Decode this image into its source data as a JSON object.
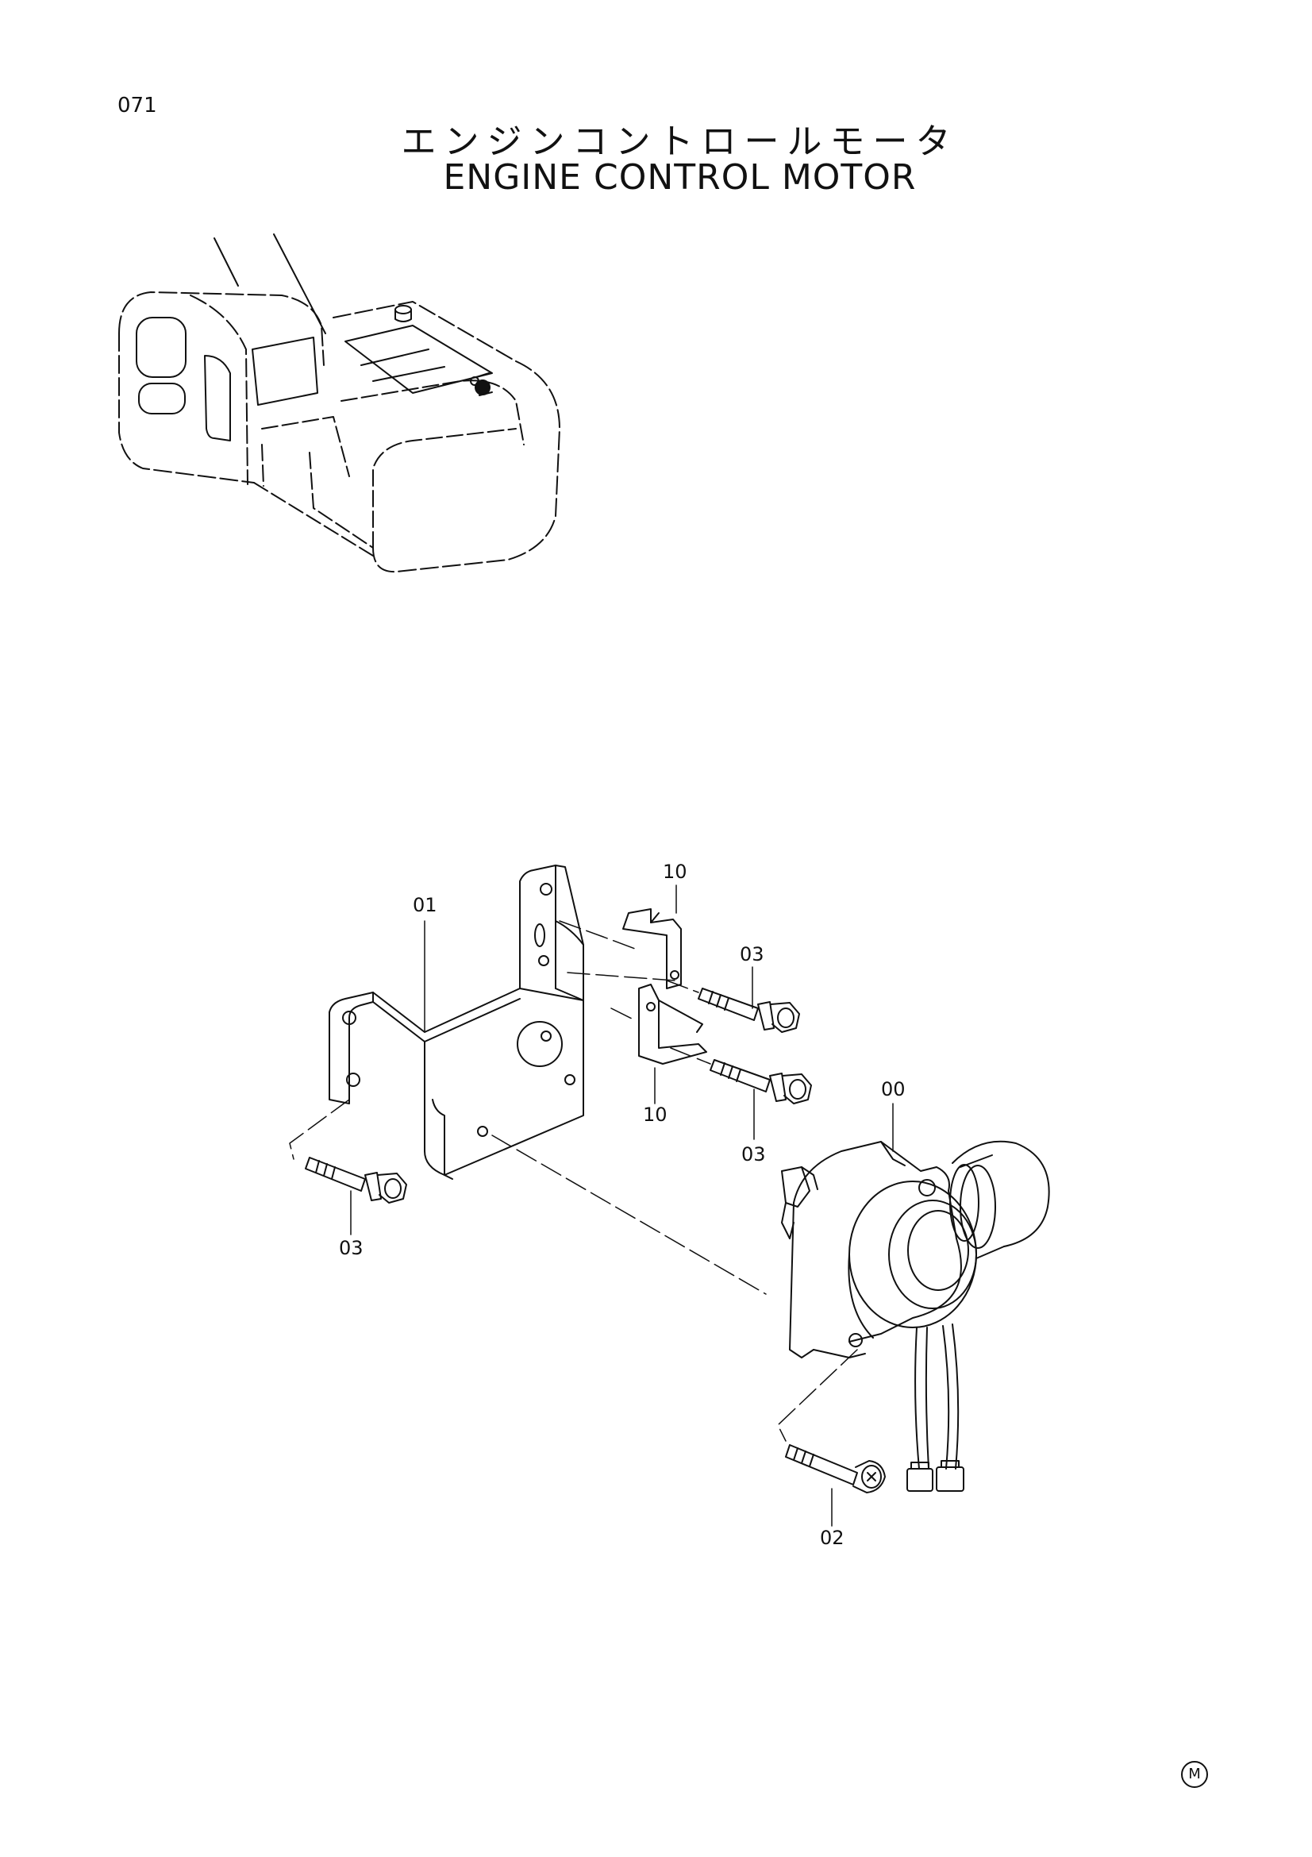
{
  "page": {
    "number": "071",
    "title_jp": "エンジンコントロールモータ",
    "title_en": "ENGINE CONTROL MOTOR",
    "footer_mark": "M"
  },
  "callouts": {
    "motor": "00",
    "bracket": "01",
    "motor_bolt": "02",
    "bolt_left": "03",
    "bolt_upper": "03",
    "bolt_lower": "03",
    "clip_upper": "10",
    "clip_lower": "10"
  },
  "colors": {
    "line": "#111111",
    "background": "#ffffff"
  }
}
